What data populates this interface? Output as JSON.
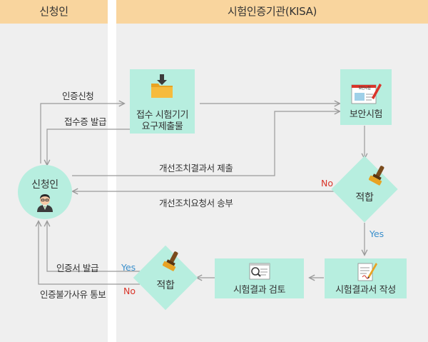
{
  "columns": {
    "applicant": "신청인",
    "agency": "시험인증기관(KISA)"
  },
  "nodes": {
    "applicant_circle": "신청인",
    "receipt_box_line1": "접수 시험기기",
    "receipt_box_line2": "요구제출물",
    "security_test": "보안시험",
    "security_test_doc_title": "보안시험",
    "pass_diamond_1": "적합",
    "report_writing": "시험결과서 작성",
    "result_review": "시험결과 검토",
    "pass_diamond_2": "적합"
  },
  "edges": {
    "apply": "인증신청",
    "receipt_issue": "접수증 발급",
    "corrective_submit": "개선조치결과서 제출",
    "corrective_request": "개선조치요청서 송부",
    "cert_issue": "인증서 발급",
    "reject_notice": "인증불가사유 통보",
    "yes_1": "Yes",
    "no_1": "No",
    "yes_2": "Yes",
    "no_2": "No"
  },
  "colors": {
    "header": "#f9d59e",
    "column_bg": "#efefef",
    "node_fill": "#b7eedf",
    "line": "#9a9a9a",
    "yes": "#3a8fcc",
    "no": "#d9352a"
  }
}
